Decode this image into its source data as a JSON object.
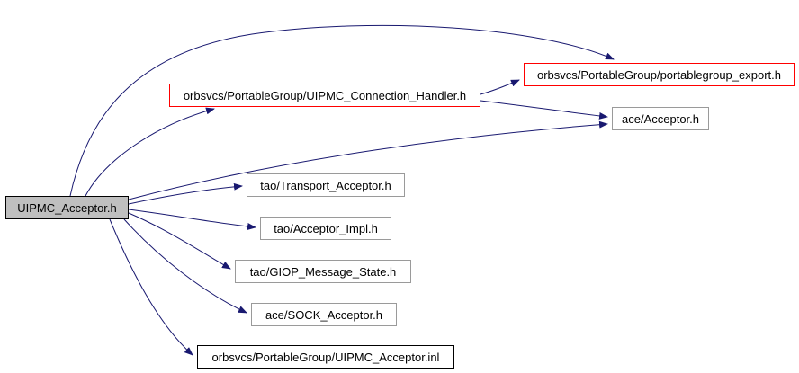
{
  "diagram": {
    "type": "include-dependency-graph",
    "colors": {
      "background": "#ffffff",
      "edge": "#191970",
      "highlight_node_fill": "#bfbfbf",
      "truncated_node_border": "#ff0000",
      "plain_node_border": "#9a9a9a",
      "solid_node_border": "#000000"
    },
    "nodes": {
      "main": {
        "label": "UIPMC_Acceptor.h",
        "style": "highlighted"
      },
      "conn_handler": {
        "label": "orbsvcs/PortableGroup/UIPMC_Connection_Handler.h",
        "style": "red-border"
      },
      "pg_export": {
        "label": "orbsvcs/PortableGroup/portablegroup_export.h",
        "style": "red-border"
      },
      "ace_acceptor": {
        "label": "ace/Acceptor.h",
        "style": "plain"
      },
      "transport": {
        "label": "tao/Transport_Acceptor.h",
        "style": "plain"
      },
      "acceptor_impl": {
        "label": "tao/Acceptor_Impl.h",
        "style": "plain"
      },
      "giop": {
        "label": "tao/GIOP_Message_State.h",
        "style": "plain"
      },
      "sock": {
        "label": "ace/SOCK_Acceptor.h",
        "style": "plain"
      },
      "inl": {
        "label": "orbsvcs/PortableGroup/UIPMC_Acceptor.inl",
        "style": "black-border"
      }
    },
    "edges": [
      {
        "from": "main",
        "to": "pg_export"
      },
      {
        "from": "main",
        "to": "conn_handler"
      },
      {
        "from": "conn_handler",
        "to": "pg_export"
      },
      {
        "from": "conn_handler",
        "to": "ace_acceptor"
      },
      {
        "from": "main",
        "to": "ace_acceptor"
      },
      {
        "from": "main",
        "to": "transport"
      },
      {
        "from": "main",
        "to": "acceptor_impl"
      },
      {
        "from": "main",
        "to": "giop"
      },
      {
        "from": "main",
        "to": "sock"
      },
      {
        "from": "main",
        "to": "inl"
      }
    ]
  }
}
